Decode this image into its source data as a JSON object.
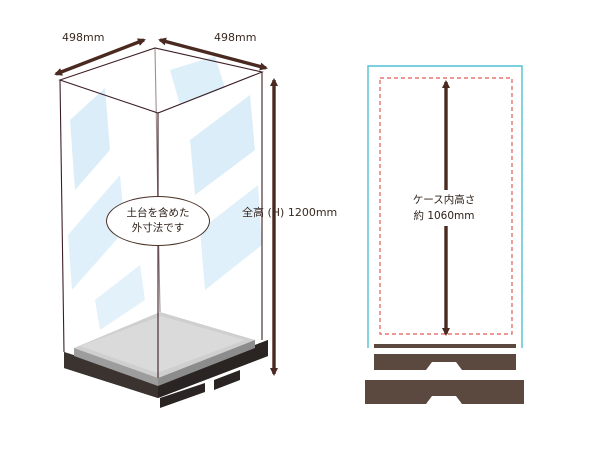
{
  "dimensions": {
    "width_front": "498mm",
    "width_side": "498mm",
    "total_height": "全高 (H) 1200mm"
  },
  "note": {
    "line1": "土台を含めた",
    "line2": "外寸法です"
  },
  "inner": {
    "line1": "ケース内高さ",
    "line2": "約 1060mm"
  },
  "colors": {
    "arrow": "#4a2a20",
    "frame": "#3c1f24",
    "glass_tint": "#bfe0f5",
    "base_dark": "#2f2a28",
    "base_brown": "#5b4940",
    "outline_cyan": "#4fc0d0",
    "dashed_red": "#e05a55"
  }
}
